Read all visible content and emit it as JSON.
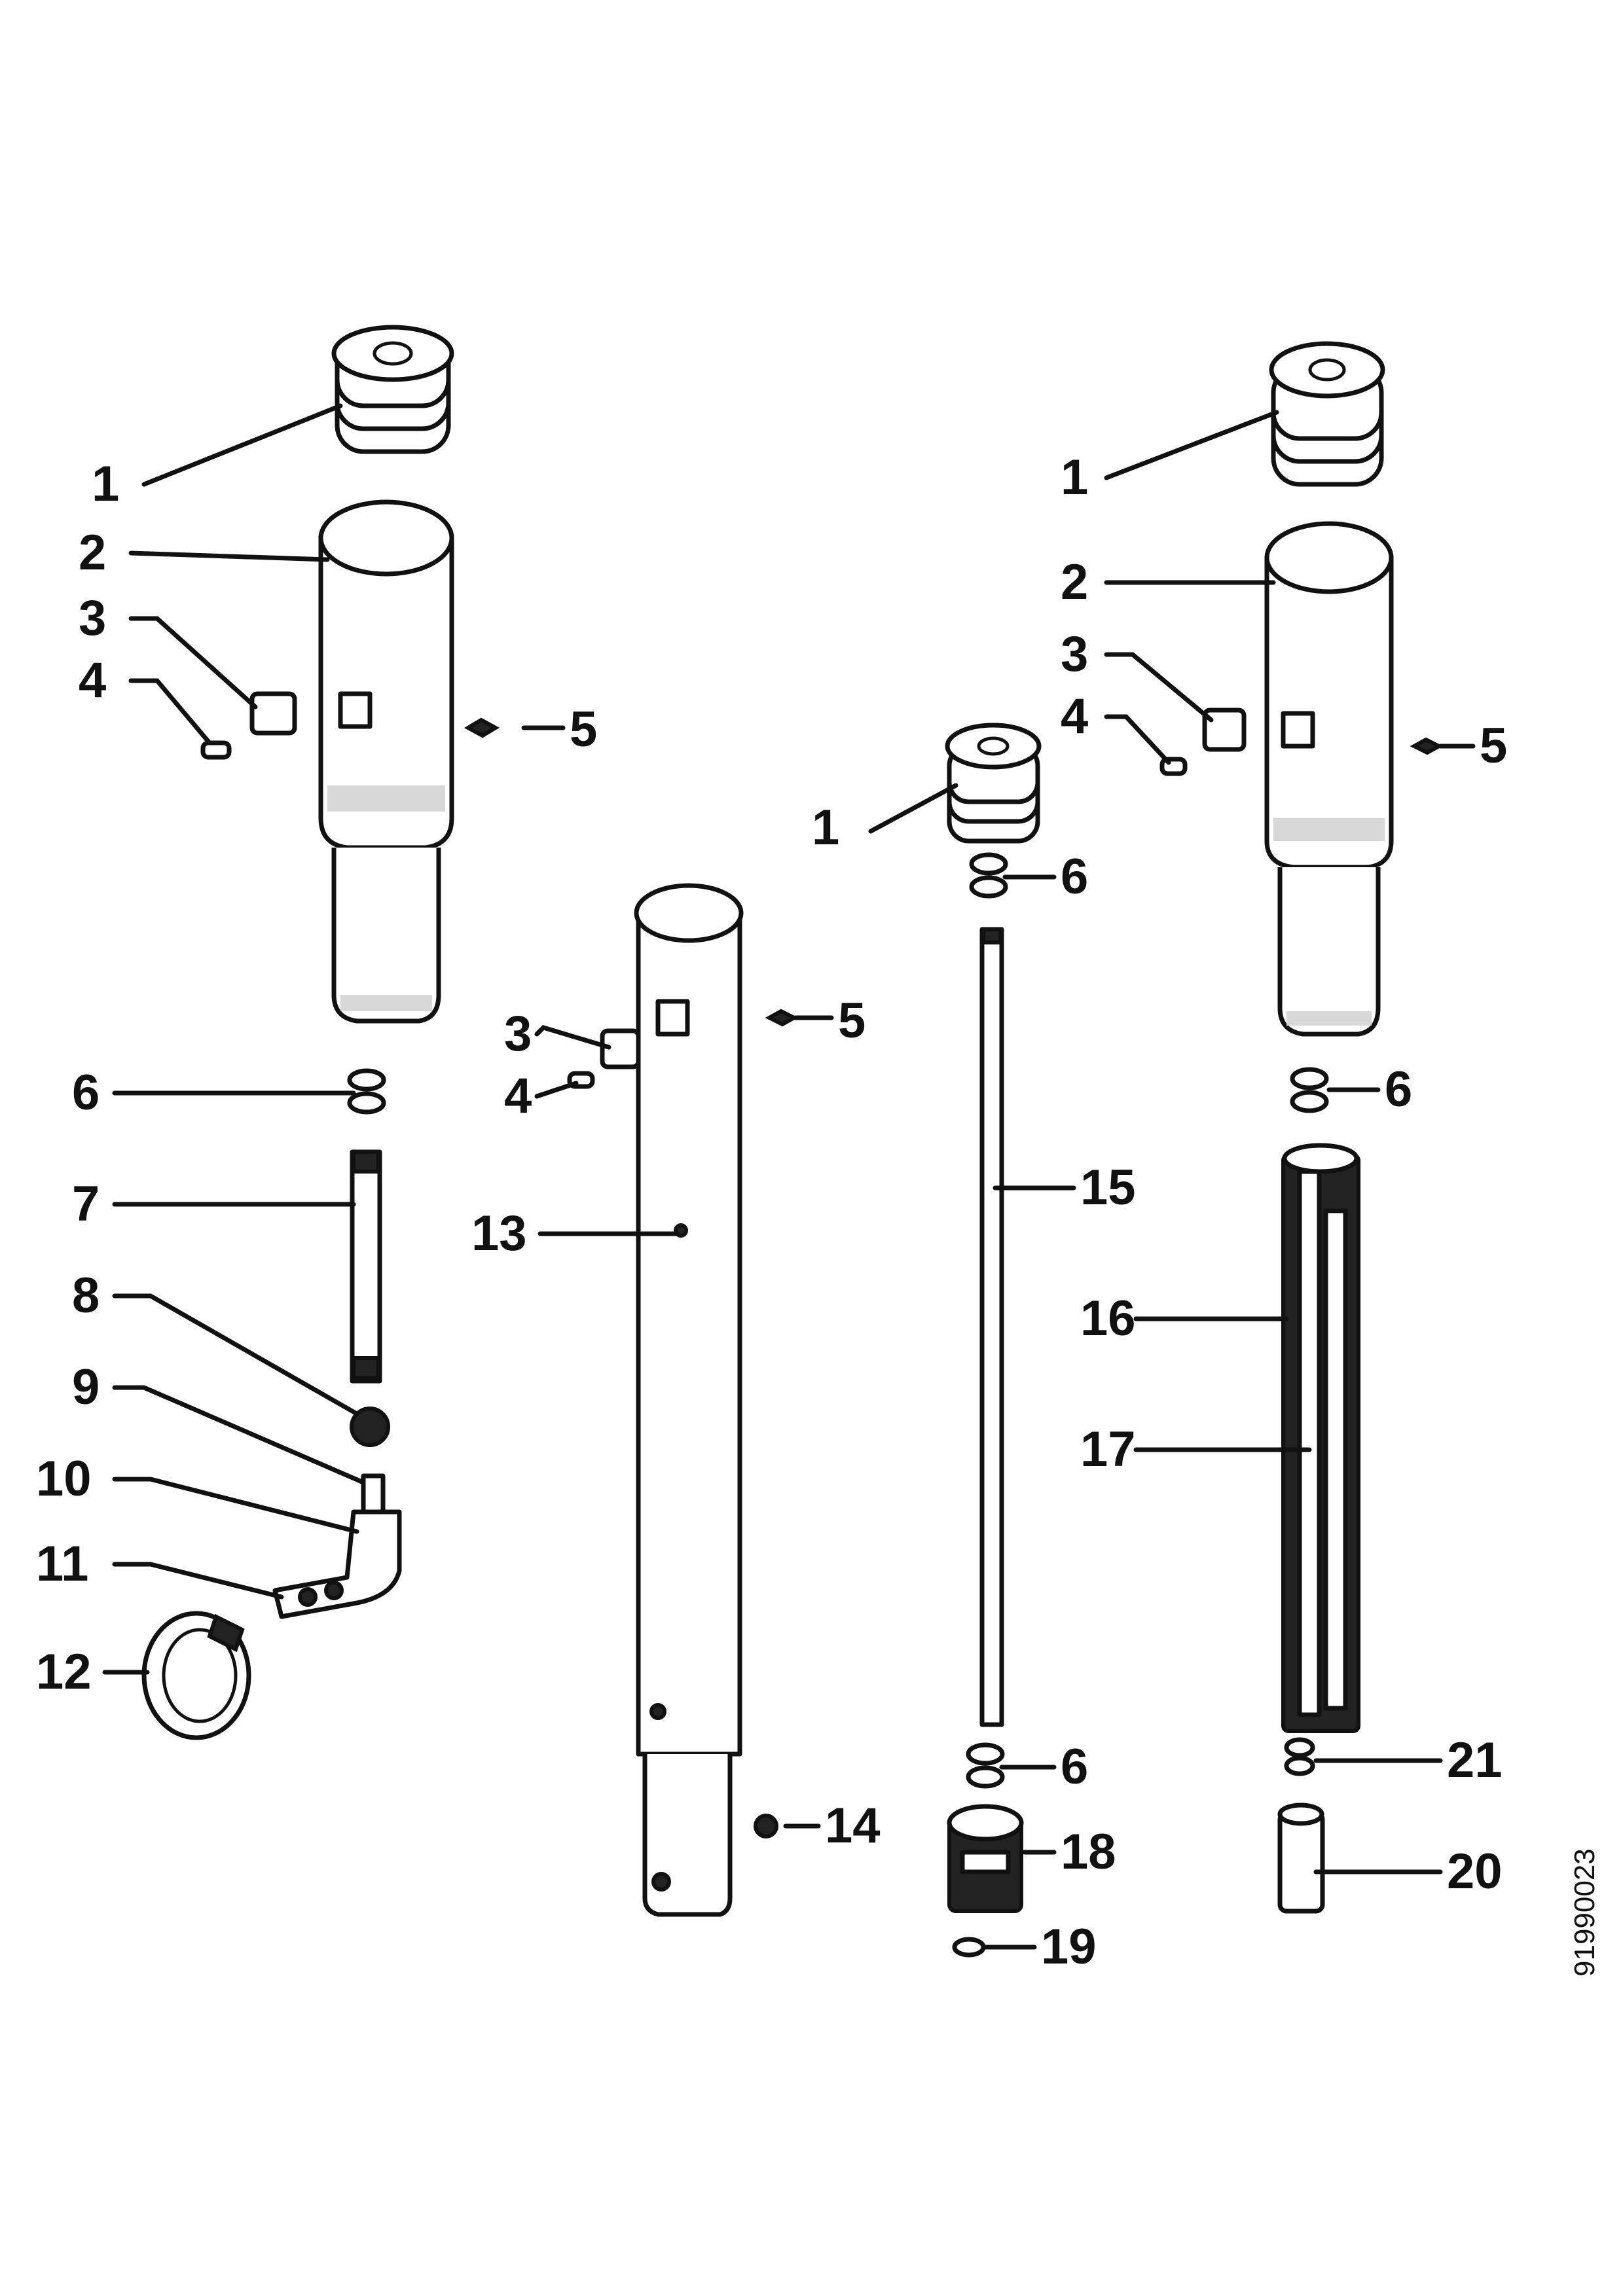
{
  "figure_id": "91990023",
  "callouts": [
    "1",
    "2",
    "3",
    "4",
    "5",
    "6",
    "7",
    "8",
    "9",
    "10",
    "11",
    "12",
    "13",
    "14",
    "15",
    "16",
    "17",
    "18",
    "19",
    "20",
    "21"
  ]
}
